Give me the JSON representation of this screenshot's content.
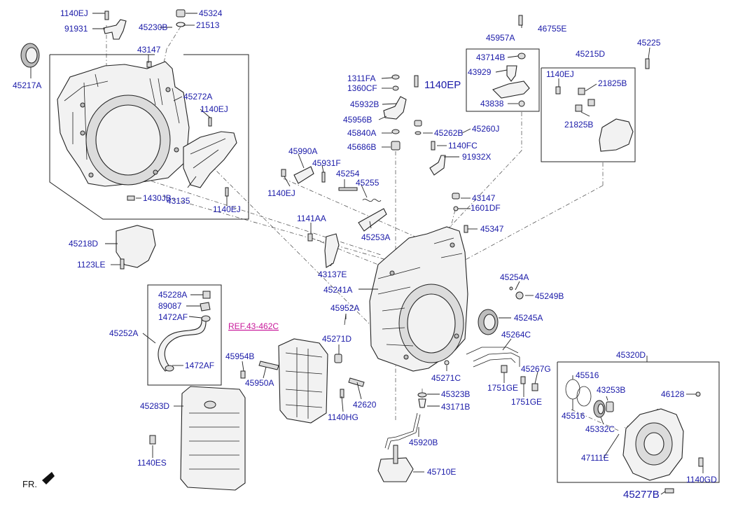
{
  "diagram": {
    "parts": [
      {
        "id": "p01",
        "num": "1140EJ"
      },
      {
        "id": "p02",
        "num": "45324"
      },
      {
        "id": "p03",
        "num": "91931"
      },
      {
        "id": "p04",
        "num": "45230B"
      },
      {
        "id": "p05",
        "num": "21513"
      },
      {
        "id": "p06",
        "num": "43147"
      },
      {
        "id": "p07",
        "num": "45217A"
      },
      {
        "id": "p08",
        "num": "45272A"
      },
      {
        "id": "p09",
        "num": "1140EJ"
      },
      {
        "id": "p10",
        "num": "1430JB"
      },
      {
        "id": "p11",
        "num": "43135"
      },
      {
        "id": "p12",
        "num": "1140EJ"
      },
      {
        "id": "p13",
        "num": "45218D"
      },
      {
        "id": "p14",
        "num": "1123LE"
      },
      {
        "id": "p15",
        "num": "45228A"
      },
      {
        "id": "p16",
        "num": "89087"
      },
      {
        "id": "p17",
        "num": "1472AF"
      },
      {
        "id": "p18",
        "num": "45252A"
      },
      {
        "id": "p19",
        "num": "1472AF"
      },
      {
        "id": "p20",
        "num": "45283D"
      },
      {
        "id": "p21",
        "num": "1140ES"
      },
      {
        "id": "p22",
        "num": "45954B"
      },
      {
        "id": "p23",
        "num": "45950A"
      },
      {
        "id": "p24",
        "num": "1311FA"
      },
      {
        "id": "p25",
        "num": "1360CF"
      },
      {
        "id": "p26",
        "num": "1140EP"
      },
      {
        "id": "p27",
        "num": "45932B"
      },
      {
        "id": "p28",
        "num": "45956B"
      },
      {
        "id": "p29",
        "num": "45840A"
      },
      {
        "id": "p30",
        "num": "45686B"
      },
      {
        "id": "p31",
        "num": "45957A"
      },
      {
        "id": "p32",
        "num": "46755E"
      },
      {
        "id": "p33",
        "num": "43714B"
      },
      {
        "id": "p34",
        "num": "43929"
      },
      {
        "id": "p35",
        "num": "43838"
      },
      {
        "id": "p36",
        "num": "45262B"
      },
      {
        "id": "p37",
        "num": "45260J"
      },
      {
        "id": "p38",
        "num": "1140FC"
      },
      {
        "id": "p39",
        "num": "91932X"
      },
      {
        "id": "p40",
        "num": "45215D"
      },
      {
        "id": "p41",
        "num": "45225"
      },
      {
        "id": "p42",
        "num": "1140EJ"
      },
      {
        "id": "p43",
        "num": "21825B"
      },
      {
        "id": "p44",
        "num": "21825B"
      },
      {
        "id": "p45",
        "num": "45990A"
      },
      {
        "id": "p46",
        "num": "45931F"
      },
      {
        "id": "p47",
        "num": "45254"
      },
      {
        "id": "p48",
        "num": "45255"
      },
      {
        "id": "p49",
        "num": "1140EJ"
      },
      {
        "id": "p50",
        "num": "43147"
      },
      {
        "id": "p51",
        "num": "1601DF"
      },
      {
        "id": "p52",
        "num": "1141AA"
      },
      {
        "id": "p53",
        "num": "45253A"
      },
      {
        "id": "p54",
        "num": "45347"
      },
      {
        "id": "p55",
        "num": "43137E"
      },
      {
        "id": "p56",
        "num": "45241A"
      },
      {
        "id": "p57",
        "num": "45254A"
      },
      {
        "id": "p58",
        "num": "45249B"
      },
      {
        "id": "p59",
        "num": "45952A"
      },
      {
        "id": "p60",
        "num": "45245A"
      },
      {
        "id": "p61",
        "num": "45271D"
      },
      {
        "id": "p62",
        "num": "45264C"
      },
      {
        "id": "p63",
        "num": "45271C"
      },
      {
        "id": "p64",
        "num": "45267G"
      },
      {
        "id": "p65",
        "num": "1751GE"
      },
      {
        "id": "p66",
        "num": "1751GE"
      },
      {
        "id": "p67",
        "num": "45323B"
      },
      {
        "id": "p68",
        "num": "42620"
      },
      {
        "id": "p69",
        "num": "43171B"
      },
      {
        "id": "p70",
        "num": "1140HG"
      },
      {
        "id": "p71",
        "num": "45920B"
      },
      {
        "id": "p72",
        "num": "45710E"
      },
      {
        "id": "p73",
        "num": "45320D"
      },
      {
        "id": "p74",
        "num": "45516"
      },
      {
        "id": "p75",
        "num": "43253B"
      },
      {
        "id": "p76",
        "num": "46128"
      },
      {
        "id": "p77",
        "num": "45516"
      },
      {
        "id": "p78",
        "num": "45332C"
      },
      {
        "id": "p79",
        "num": "47111E"
      },
      {
        "id": "p80",
        "num": "1140GD"
      },
      {
        "id": "p81",
        "num": "45277B"
      }
    ],
    "reference": "REF.43-462C",
    "front_marker": "FR."
  },
  "colors": {
    "label": "#1a1aa8",
    "reference": "#c8189a",
    "line": "#222222"
  }
}
